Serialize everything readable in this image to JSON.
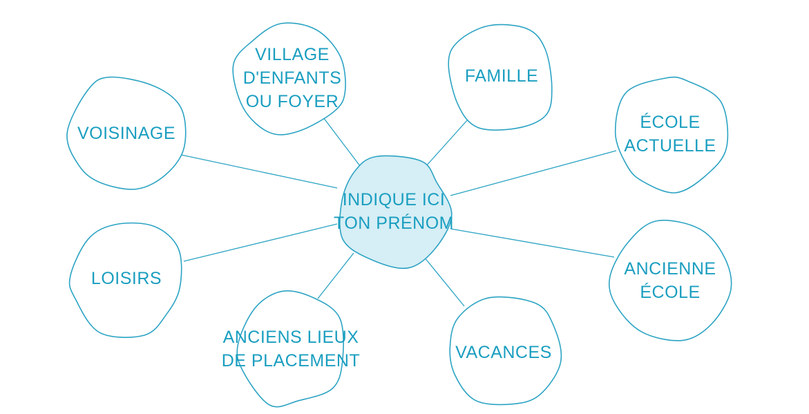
{
  "colors": {
    "stroke": "#2ba3c3",
    "text": "#1a9ec0",
    "center_fill": "#d6eef5",
    "node_fill": "#ffffff"
  },
  "center": {
    "lines": [
      "INDIQUE ICI",
      "TON PRÉNOM"
    ]
  },
  "nodes": [
    {
      "id": "village",
      "lines": [
        "VILLAGE",
        "D'ENFANTS",
        "OU FOYER"
      ]
    },
    {
      "id": "famille",
      "lines": [
        "FAMILLE"
      ]
    },
    {
      "id": "voisinage",
      "lines": [
        "VOISINAGE"
      ]
    },
    {
      "id": "ecole-actuelle",
      "lines": [
        "ÉCOLE",
        "ACTUELLE"
      ]
    },
    {
      "id": "loisirs",
      "lines": [
        "LOISIRS"
      ]
    },
    {
      "id": "ancienne-ecole",
      "lines": [
        "ANCIENNE",
        "ÉCOLE"
      ]
    },
    {
      "id": "anciens-lieux",
      "lines": [
        "ANCIENS LIEUX",
        "DE PLACEMENT"
      ]
    },
    {
      "id": "vacances",
      "lines": [
        "VACANCES"
      ]
    }
  ]
}
